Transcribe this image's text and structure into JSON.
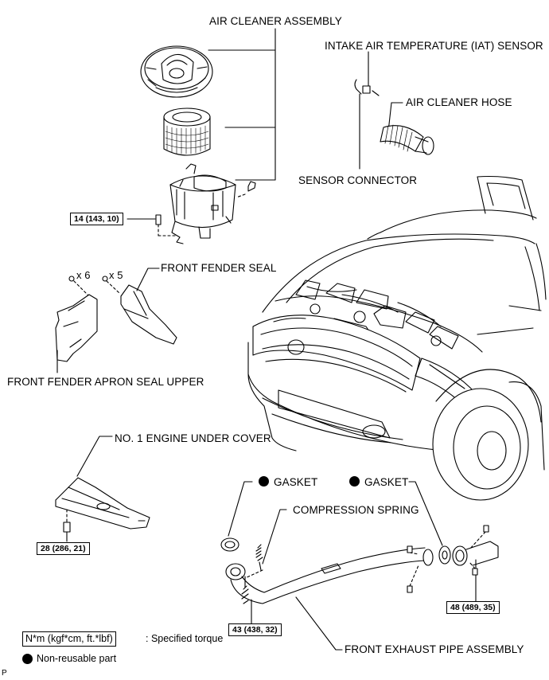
{
  "labels": {
    "air_cleaner_assembly": "AIR CLEANER ASSEMBLY",
    "iat_sensor": "INTAKE AIR TEMPERATURE (IAT) SENSOR",
    "air_cleaner_hose": "AIR CLEANER HOSE",
    "sensor_connector": "SENSOR CONNECTOR",
    "front_fender_seal": "FRONT FENDER SEAL",
    "front_fender_apron_seal_upper": "FRONT FENDER APRON SEAL UPPER",
    "engine_under_cover": "NO. 1 ENGINE UNDER COVER",
    "gasket_left": "GASKET",
    "gasket_right": "GASKET",
    "compression_spring": "COMPRESSION SPRING",
    "front_exhaust_pipe": "FRONT EXHAUST PIPE ASSEMBLY"
  },
  "counts": {
    "apron_clips": "x 6",
    "fender_clips": "x 5"
  },
  "torques": {
    "air_cleaner": "14 (143, 10)",
    "under_cover": "28 (286, 21)",
    "exhaust_front": "43 (438, 32)",
    "exhaust_rear": "48 (489, 35)"
  },
  "legend": {
    "torque_unit": "N*m (kgf*cm, ft.*lbf)",
    "torque_desc": ": Specified torque",
    "non_reusable": "Non-reusable part"
  },
  "corner_code": "P"
}
